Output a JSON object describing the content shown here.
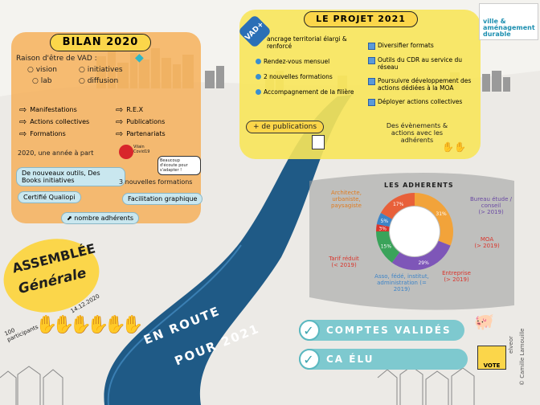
{
  "logo": {
    "text_line1": "ville",
    "text_line2": "&",
    "text_line3": "aménagement",
    "text_line4": "durable",
    "color": "#1d8fb0"
  },
  "bilan": {
    "title": "BILAN 2020",
    "raison": "Raison d'être de VAD :",
    "tags": [
      "vision",
      "initiatives",
      "lab",
      "diffusion"
    ],
    "left_items": [
      "Manifestations",
      "Actions collectives",
      "Formations"
    ],
    "right_items": [
      "R.E.X",
      "Publications",
      "Partenariats"
    ],
    "annee": "2020, une année à part",
    "virus_label": "Vilain Covid19",
    "virus_bubble": "Beaucoup d'écoute pour s'adapter !",
    "outils": "De nouveaux outils, Des Books initiatives",
    "formations": "3 nouvelles formations",
    "qualiopi": "Certifié Qualiopi",
    "facilitation": "Facilitation graphique",
    "adherents": "nombre adhérents"
  },
  "projet": {
    "title": "LE PROJET 2021",
    "vad_tag": "VAD+",
    "left_items": [
      "ancrage territorial élargi & renforcé",
      "Rendez-vous mensuel",
      "2 nouvelles formations",
      "Accompagnement de la filière"
    ],
    "right_items": [
      "Diversifier formats",
      "Outils du CDR au service du réseau",
      "Poursuivre développement des actions dédiées à la MOA",
      "Déployer actions collectives"
    ],
    "publications": "+ de publications",
    "evenements": "Des évènements & actions avec les adhérents"
  },
  "adherents": {
    "title": "LES ADHERENTS",
    "segments": [
      {
        "label": "Architecte, urbaniste, paysagiste",
        "value": "31%",
        "color": "#f2a33a"
      },
      {
        "label": "Bureau étude / conseil",
        "sub": "(> 2019)",
        "value": "29%",
        "color": "#7e56b8"
      },
      {
        "label": "MOA",
        "sub": "(> 2019)",
        "value": "15%",
        "color": "#3aa35a"
      },
      {
        "label": "Entreprise",
        "sub": "(> 2019)",
        "value": "3%",
        "color": "#d9342b"
      },
      {
        "label": "Asso, fédé, institut, administration",
        "sub": "(= 2019)",
        "value": "5%",
        "color": "#3e84c7"
      },
      {
        "label": "Tarif réduit",
        "sub": "(< 2019)",
        "value": "17%",
        "color": "#e8603a"
      }
    ]
  },
  "assemblee": {
    "line1": "ASSEMBLÉE",
    "line2": "Générale",
    "date": "14.12.2020",
    "participants": "100 participants"
  },
  "road": {
    "line1": "EN ROUTE",
    "line2": "POUR 2021"
  },
  "footer": {
    "comptes": "COMPTES VALIDÉS",
    "ca": "CA ÉLU",
    "vote": "VOTE",
    "credit_line1": "elveor",
    "credit_line2": "© Camille Lamouille"
  }
}
